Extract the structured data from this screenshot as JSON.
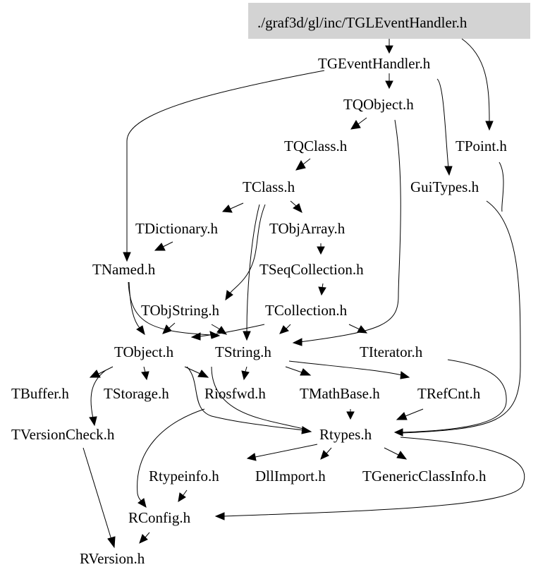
{
  "graph": {
    "root": "./graf3d/gl/inc/TGLEventHandler.h",
    "nodes": [
      {
        "id": "root",
        "label": "./graf3d/gl/inc/TGLEventHandler.h"
      },
      {
        "id": "tgeventhandler",
        "label": "TGEventHandler.h"
      },
      {
        "id": "tqobject",
        "label": "TQObject.h"
      },
      {
        "id": "tqclass",
        "label": "TQClass.h"
      },
      {
        "id": "tpoint",
        "label": "TPoint.h"
      },
      {
        "id": "tclass",
        "label": "TClass.h"
      },
      {
        "id": "guitypes",
        "label": "GuiTypes.h"
      },
      {
        "id": "tdictionary",
        "label": "TDictionary.h"
      },
      {
        "id": "tobjarray",
        "label": "TObjArray.h"
      },
      {
        "id": "tnamed",
        "label": "TNamed.h"
      },
      {
        "id": "tseqcollection",
        "label": "TSeqCollection.h"
      },
      {
        "id": "tobjstring",
        "label": "TObjString.h"
      },
      {
        "id": "tcollection",
        "label": "TCollection.h"
      },
      {
        "id": "tobject",
        "label": "TObject.h"
      },
      {
        "id": "tstring",
        "label": "TString.h"
      },
      {
        "id": "titerator",
        "label": "TIterator.h"
      },
      {
        "id": "tbuffer",
        "label": "TBuffer.h"
      },
      {
        "id": "tstorage",
        "label": "TStorage.h"
      },
      {
        "id": "riosfwd",
        "label": "Riosfwd.h"
      },
      {
        "id": "tmathbase",
        "label": "TMathBase.h"
      },
      {
        "id": "trefcnt",
        "label": "TRefCnt.h"
      },
      {
        "id": "tversioncheck",
        "label": "TVersionCheck.h"
      },
      {
        "id": "rtypes",
        "label": "Rtypes.h"
      },
      {
        "id": "rtypeinfo",
        "label": "Rtypeinfo.h"
      },
      {
        "id": "dllimport",
        "label": "DllImport.h"
      },
      {
        "id": "tgenericclassinfo",
        "label": "TGenericClassInfo.h"
      },
      {
        "id": "rconfig",
        "label": "RConfig.h"
      },
      {
        "id": "rversion",
        "label": "RVersion.h"
      }
    ],
    "edges": [
      {
        "from": "root",
        "to": "tgeventhandler"
      },
      {
        "from": "root",
        "to": "tpoint"
      },
      {
        "from": "tgeventhandler",
        "to": "tqobject"
      },
      {
        "from": "tgeventhandler",
        "to": "guitypes"
      },
      {
        "from": "tgeventhandler",
        "to": "tnamed"
      },
      {
        "from": "tqobject",
        "to": "tqclass"
      },
      {
        "from": "tqobject",
        "to": "tstring"
      },
      {
        "from": "tqclass",
        "to": "tclass"
      },
      {
        "from": "tclass",
        "to": "tdictionary"
      },
      {
        "from": "tclass",
        "to": "tobjarray"
      },
      {
        "from": "tclass",
        "to": "tobjstring"
      },
      {
        "from": "tclass",
        "to": "tstring"
      },
      {
        "from": "tdictionary",
        "to": "tnamed"
      },
      {
        "from": "tobjarray",
        "to": "tseqcollection"
      },
      {
        "from": "tseqcollection",
        "to": "tcollection"
      },
      {
        "from": "tnamed",
        "to": "tobject"
      },
      {
        "from": "tnamed",
        "to": "tstring"
      },
      {
        "from": "tobjstring",
        "to": "tobject"
      },
      {
        "from": "tobjstring",
        "to": "tstring"
      },
      {
        "from": "tcollection",
        "to": "tobject"
      },
      {
        "from": "tcollection",
        "to": "tstring"
      },
      {
        "from": "tcollection",
        "to": "titerator"
      },
      {
        "from": "tobject",
        "to": "tbuffer"
      },
      {
        "from": "tobject",
        "to": "tstorage"
      },
      {
        "from": "tobject",
        "to": "riosfwd"
      },
      {
        "from": "tobject",
        "to": "rtypes"
      },
      {
        "from": "tobject",
        "to": "tversioncheck"
      },
      {
        "from": "tstring",
        "to": "riosfwd"
      },
      {
        "from": "tstring",
        "to": "tmathbase"
      },
      {
        "from": "tstring",
        "to": "trefcnt"
      },
      {
        "from": "tstring",
        "to": "rtypes"
      },
      {
        "from": "titerator",
        "to": "rtypes"
      },
      {
        "from": "guitypes",
        "to": "rtypes"
      },
      {
        "from": "tmathbase",
        "to": "rtypes"
      },
      {
        "from": "trefcnt",
        "to": "rtypes"
      },
      {
        "from": "riosfwd",
        "to": "rconfig"
      },
      {
        "from": "rtypes",
        "to": "rtypeinfo"
      },
      {
        "from": "rtypes",
        "to": "dllimport"
      },
      {
        "from": "rtypes",
        "to": "tgenericclassinfo"
      },
      {
        "from": "rtypes",
        "to": "rconfig"
      },
      {
        "from": "rtypeinfo",
        "to": "rconfig"
      },
      {
        "from": "tversioncheck",
        "to": "rversion"
      },
      {
        "from": "rconfig",
        "to": "rversion"
      }
    ]
  }
}
